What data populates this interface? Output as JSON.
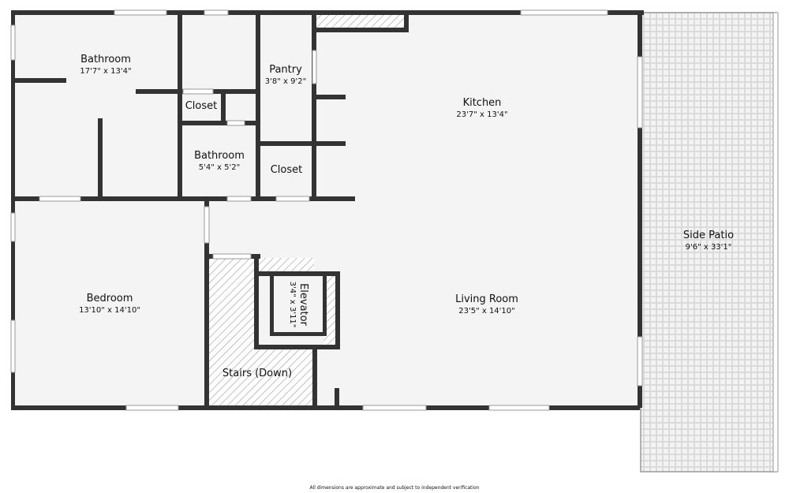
{
  "colors": {
    "wall": "#333333",
    "floor": "#f4f4f4",
    "patio": "#f2f2f2",
    "hatch": "#9a9a9a"
  },
  "rooms": {
    "bathroom1": {
      "name": "Bathroom",
      "dims": "17'7\" x 13'4\""
    },
    "pantry": {
      "name": "Pantry",
      "dims": "3'8\" x 9'2\""
    },
    "kitchen": {
      "name": "Kitchen",
      "dims": "23'7\" x 13'4\""
    },
    "closet1": {
      "name": "Closet"
    },
    "bathroom2": {
      "name": "Bathroom",
      "dims": "5'4\" x 5'2\""
    },
    "closet2": {
      "name": "Closet"
    },
    "side_patio": {
      "name": "Side Patio",
      "dims": "9'6\" x 33'1\""
    },
    "bedroom": {
      "name": "Bedroom",
      "dims": "13'10\" x 14'10\""
    },
    "elevator": {
      "name": "Elevator",
      "dims": "3'4\" x 3'11\""
    },
    "living_room": {
      "name": "Living Room",
      "dims": "23'5\" x 14'10\""
    },
    "stairs": {
      "name": "Stairs (Down)"
    }
  },
  "footer": {
    "disclaimer": "All dimensions are approximate and subject to independent verification"
  }
}
